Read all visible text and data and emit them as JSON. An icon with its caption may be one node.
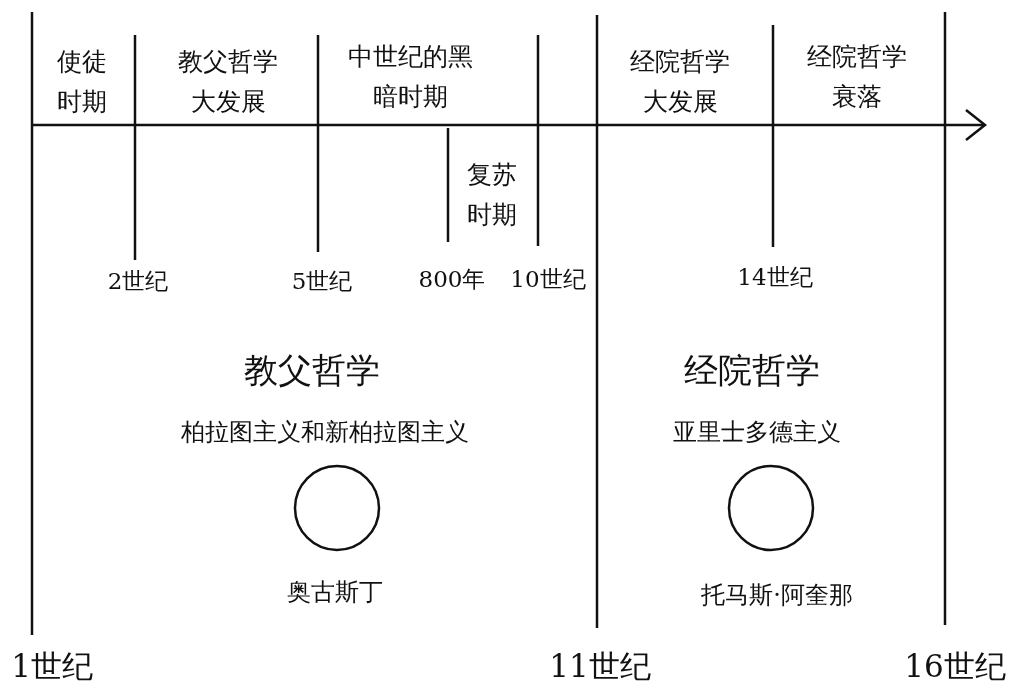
{
  "diagram": {
    "labels": [
      "使徒时期",
      "教父哲学大发展",
      "中世纪的黑暗时期",
      "经院哲学大发展",
      "经院哲学衰落",
      "复苏时期",
      "2世纪",
      "5世纪",
      "800年",
      "10世纪",
      "14世纪",
      "教父哲学",
      "经院哲学",
      "柏拉图主义和新柏拉图主义",
      "亚里士多德主义",
      "奥古斯丁",
      "托马斯·阿奎那",
      "1世纪",
      "11世纪",
      "16世纪"
    ]
  }
}
